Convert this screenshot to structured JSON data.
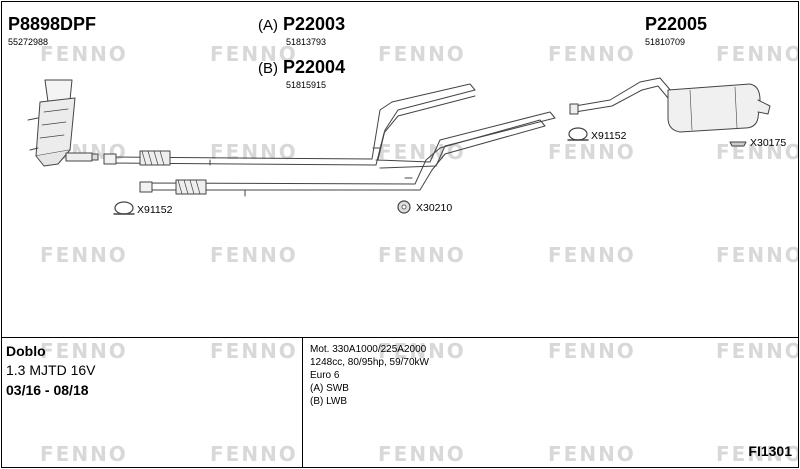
{
  "watermark": {
    "text": "FENNO"
  },
  "parts": {
    "dpf": {
      "code": "P8898DPF",
      "oe": "55272988"
    },
    "front_a": {
      "variant": "(A)",
      "code": "P22003",
      "oe": "51813793"
    },
    "front_b": {
      "variant": "(B)",
      "code": "P22004",
      "oe": "51815915"
    },
    "rear": {
      "code": "P22005",
      "oe": "51810709"
    }
  },
  "accessories": {
    "clamp_left": "X91152",
    "clamp_right": "X91152",
    "rubber_mount": "X30210",
    "hanger_rear": "X30175"
  },
  "vehicle": {
    "model": "Doblo",
    "engine": "1.3 MJTD 16V",
    "years": "03/16 - 08/18"
  },
  "specs": [
    "Mot. 330A1000/225A2000",
    "1248cc, 80/95hp, 59/70kW",
    "Euro 6",
    "(A) SWB",
    "(B) LWB"
  ],
  "reference": "FI1301"
}
